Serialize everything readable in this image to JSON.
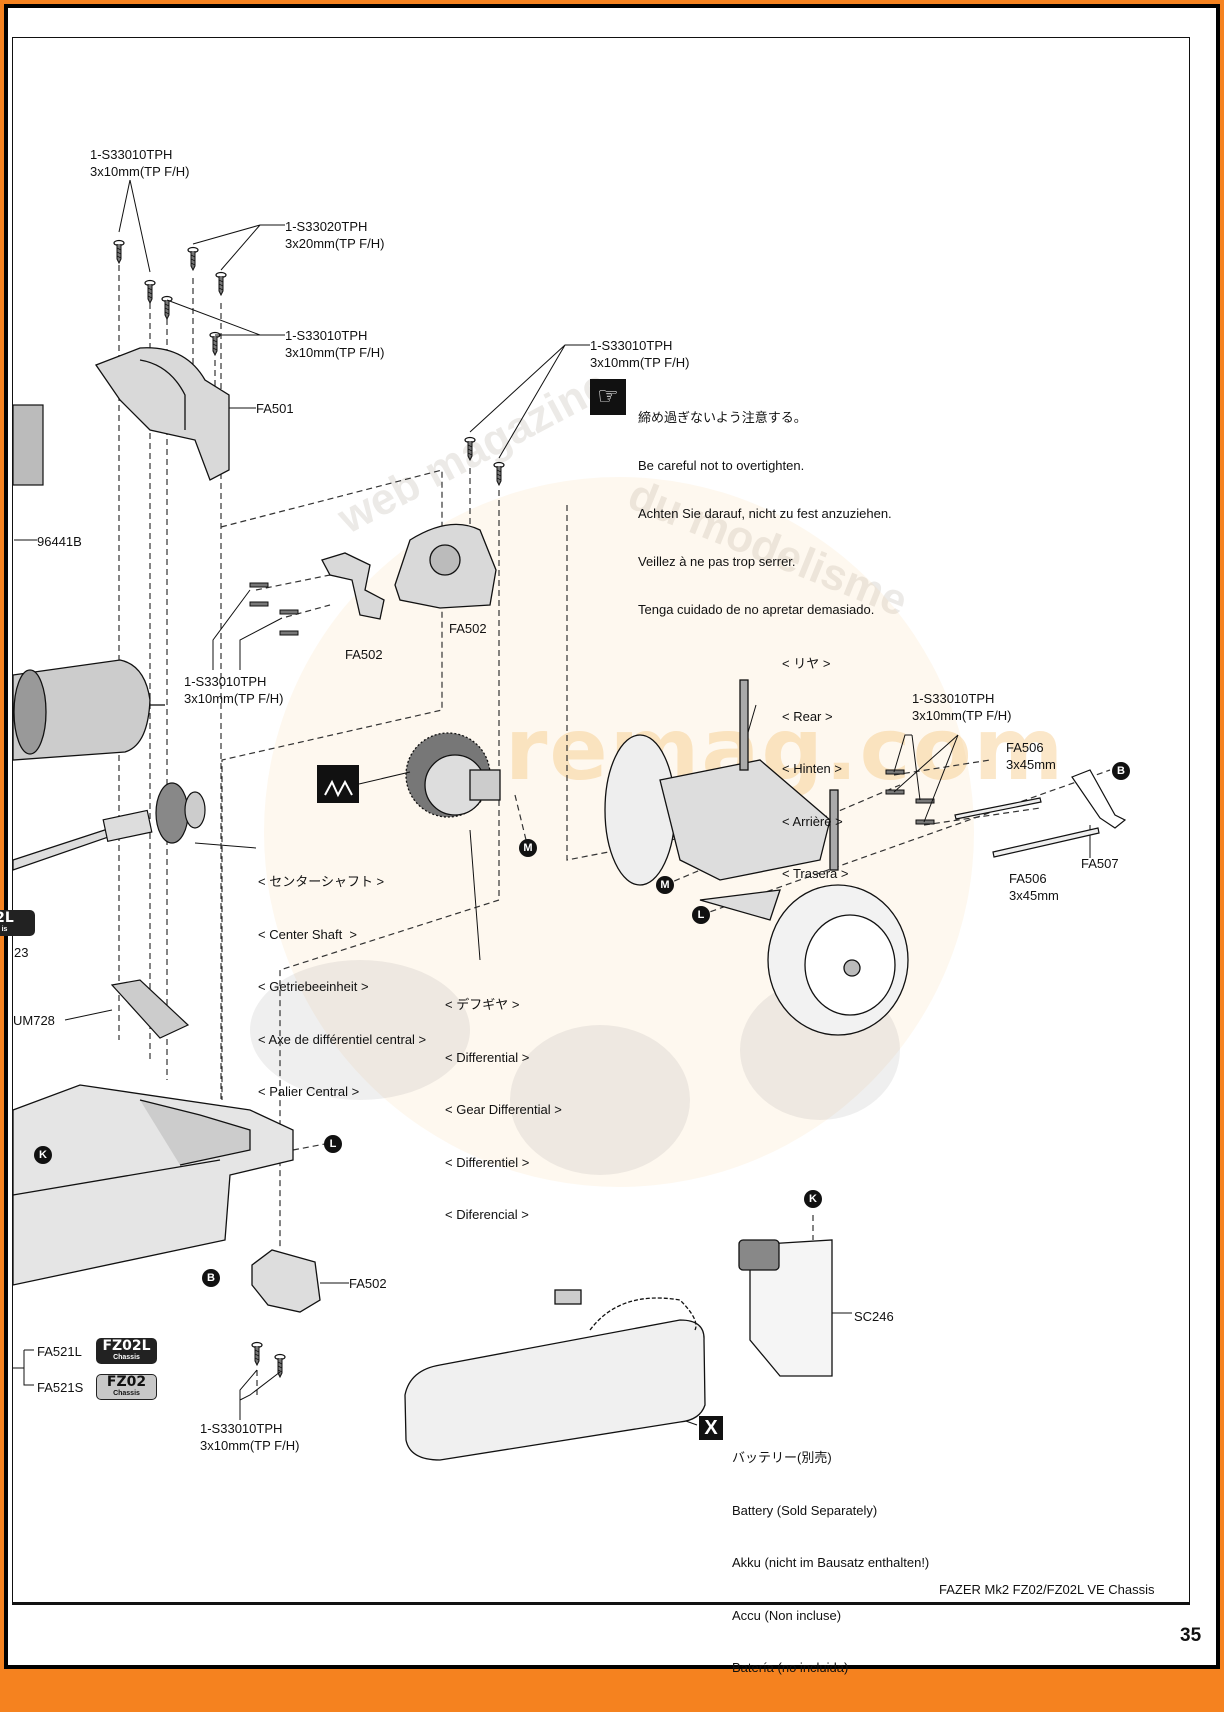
{
  "footer": {
    "title": "FAZER Mk2 FZ02/FZ02L VE Chassis",
    "page_number": "35"
  },
  "watermark": {
    "main": "remag.com",
    "arc_left": "web magazine",
    "arc_right": "du modelisme"
  },
  "screws": {
    "s1": {
      "code": "1-S33010TPH",
      "size": "3x10mm(TP F/H)"
    },
    "s2": {
      "code": "1-S33020TPH",
      "size": "3x20mm(TP F/H)"
    },
    "s3": {
      "code": "1-S33010TPH",
      "size": "3x10mm(TP F/H)"
    },
    "s4": {
      "code": "1-S33010TPH",
      "size": "3x10mm(TP F/H)"
    },
    "s5": {
      "code": "1-S33010TPH",
      "size": "3x10mm(TP F/H)"
    },
    "s6": {
      "code": "1-S33010TPH",
      "size": "3x10mm(TP F/H)"
    },
    "s7": {
      "code": "1-S33010TPH",
      "size": "3x10mm(TP F/H)"
    }
  },
  "caution": {
    "icon": "pointing-hand-icon",
    "lines": [
      "締め過ぎないよう注意する。",
      "Be careful not to overtighten.",
      "Achten Sie darauf, nicht zu fest anzuziehen.",
      "Veillez à ne pas trop serrer.",
      "Tenga cuidado de no apretar demasiado."
    ]
  },
  "parts": {
    "fa501": "FA501",
    "fa502_a": "FA502",
    "fa502_b": "FA502",
    "fa502_c": "FA502",
    "p96441b": "96441B",
    "um728": "UM728",
    "partial_23": "23",
    "fa506_a": {
      "code": "FA506",
      "size": "3x45mm"
    },
    "fa506_b": {
      "code": "FA506",
      "size": "3x45mm"
    },
    "fa507": "FA507",
    "sc246": "SC246",
    "fa521l": "FA521L",
    "fa521s": "FA521S"
  },
  "badges": {
    "partial": {
      "line1": "2L",
      "line2": "is"
    },
    "fz02l": {
      "line1": "FZ02L",
      "line2": "Chassis"
    },
    "fz02": {
      "line1": "FZ02",
      "line2": "Chassis"
    }
  },
  "rear": [
    "< リヤ >",
    "< Rear >",
    "< Hinten >",
    "< Arrière >",
    "< Trasera >"
  ],
  "center_shaft": [
    "< センターシャフト >",
    "< Center Shaft  >",
    "< Getriebeeinheit >",
    "< Axe de différentiel central >",
    "< Palier Central >"
  ],
  "differential": [
    "< デフギヤ >",
    "< Differential >",
    "< Gear Differential >",
    "< Differentiel >",
    "< Diferencial >"
  ],
  "battery": {
    "icon": "x-not-included-icon",
    "icon_text": "X",
    "lines": [
      "バッテリー(別売)",
      "Battery (Sold Separately)",
      "Akku (nicht im Bausatz enthalten!)",
      "Accu (Non incluse)",
      "Batería (no incluida)"
    ]
  },
  "markers": {
    "b1": "B",
    "b2": "B",
    "m1": "M",
    "m2": "M",
    "l1": "L",
    "l2": "L",
    "k1": "K",
    "k2": "K"
  }
}
